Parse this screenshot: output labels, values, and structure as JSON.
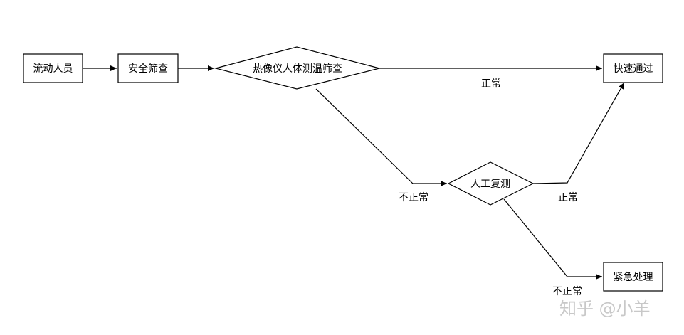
{
  "nodes": {
    "floating_people": "流动人员",
    "security_screening": "安全筛查",
    "thermal_screening": "热像仪人体测温筛查",
    "fast_pass": "快速通过",
    "manual_recheck": "人工复测",
    "emergency_handling": "紧急处理"
  },
  "edge_labels": {
    "thermal_to_fast_pass": "正常",
    "thermal_to_manual": "不正常",
    "manual_to_fast_pass": "正常",
    "manual_to_emergency": "不正常"
  },
  "watermark": "知乎 @小羊",
  "colors": {
    "stroke": "#000000",
    "fill": "#ffffff",
    "watermark": "#c8c8c8"
  }
}
